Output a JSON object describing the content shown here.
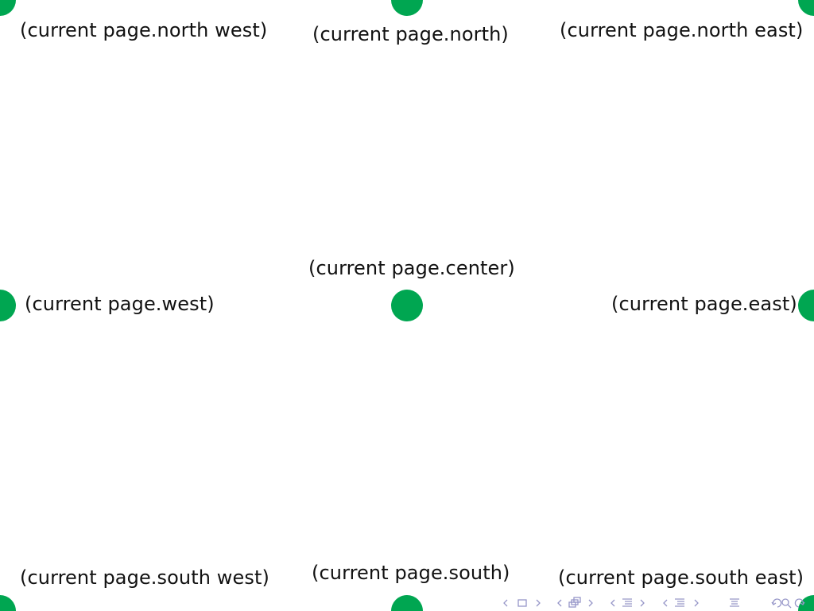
{
  "slide": {
    "background": "#ffffff",
    "dot_color": "#00a651",
    "nav_color": "#9696c8"
  },
  "labels": {
    "north_west": "(current page.north west)",
    "north": "(current page.north)",
    "north_east": "(current page.north east)",
    "west": "(current page.west)",
    "center": "(current page.center)",
    "east": "(current page.east)",
    "south_west": "(current page.south west)",
    "south": "(current page.south)",
    "south_east": "(current page.south east)"
  },
  "navigation": {
    "icons": [
      "prev-arrow-icon",
      "frame-icon",
      "next-arrow-icon",
      "prev-arrow-icon",
      "subsection-icon",
      "next-arrow-icon",
      "prev-arrow-icon",
      "section-icon",
      "next-arrow-icon",
      "prev-arrow-icon",
      "document-icon",
      "next-arrow-icon",
      "align-icon",
      "search-back-icon",
      "search-icon",
      "search-forward-icon"
    ]
  }
}
